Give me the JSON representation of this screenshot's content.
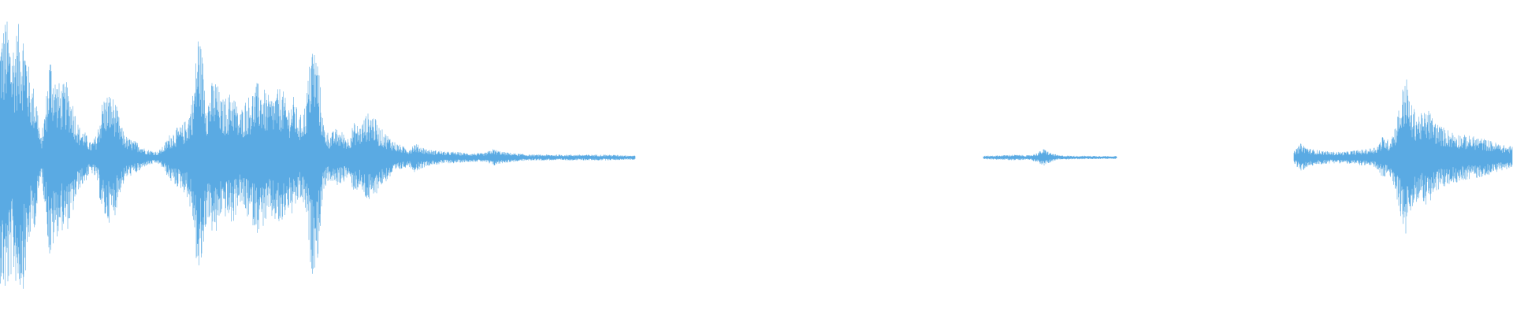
{
  "waveform": {
    "color": "#5aaae3",
    "background": "#ffffff",
    "segments": [
      {
        "name": "segment-1",
        "envelope": [
          [
            0.0,
            0.86
          ],
          [
            0.004,
            0.98
          ],
          [
            0.008,
            0.8
          ],
          [
            0.012,
            0.92
          ],
          [
            0.016,
            0.9
          ],
          [
            0.02,
            0.55
          ],
          [
            0.024,
            0.45
          ],
          [
            0.027,
            0.12
          ],
          [
            0.03,
            0.35
          ],
          [
            0.033,
            0.75
          ],
          [
            0.036,
            0.58
          ],
          [
            0.04,
            0.5
          ],
          [
            0.044,
            0.52
          ],
          [
            0.048,
            0.4
          ],
          [
            0.052,
            0.22
          ],
          [
            0.056,
            0.18
          ],
          [
            0.06,
            0.1
          ],
          [
            0.064,
            0.16
          ],
          [
            0.068,
            0.42
          ],
          [
            0.072,
            0.45
          ],
          [
            0.076,
            0.4
          ],
          [
            0.08,
            0.22
          ],
          [
            0.084,
            0.14
          ],
          [
            0.088,
            0.12
          ],
          [
            0.092,
            0.1
          ],
          [
            0.096,
            0.06
          ],
          [
            0.1,
            0.05
          ],
          [
            0.104,
            0.04
          ],
          [
            0.108,
            0.08
          ],
          [
            0.112,
            0.16
          ],
          [
            0.116,
            0.2
          ],
          [
            0.12,
            0.22
          ],
          [
            0.124,
            0.28
          ],
          [
            0.128,
            0.48
          ],
          [
            0.131,
            0.9
          ],
          [
            0.134,
            0.7
          ],
          [
            0.137,
            0.4
          ],
          [
            0.14,
            0.52
          ],
          [
            0.143,
            0.55
          ],
          [
            0.146,
            0.4
          ],
          [
            0.15,
            0.42
          ],
          [
            0.154,
            0.48
          ],
          [
            0.158,
            0.3
          ],
          [
            0.162,
            0.4
          ],
          [
            0.166,
            0.45
          ],
          [
            0.17,
            0.52
          ],
          [
            0.174,
            0.48
          ],
          [
            0.178,
            0.42
          ],
          [
            0.182,
            0.45
          ],
          [
            0.186,
            0.5
          ],
          [
            0.19,
            0.36
          ],
          [
            0.194,
            0.42
          ],
          [
            0.198,
            0.28
          ],
          [
            0.202,
            0.38
          ],
          [
            0.206,
            0.82
          ],
          [
            0.21,
            0.7
          ],
          [
            0.214,
            0.22
          ],
          [
            0.218,
            0.16
          ],
          [
            0.222,
            0.2
          ],
          [
            0.226,
            0.18
          ],
          [
            0.23,
            0.14
          ],
          [
            0.234,
            0.24
          ],
          [
            0.238,
            0.22
          ],
          [
            0.242,
            0.3
          ],
          [
            0.246,
            0.32
          ],
          [
            0.25,
            0.22
          ],
          [
            0.254,
            0.18
          ],
          [
            0.258,
            0.14
          ],
          [
            0.262,
            0.1
          ],
          [
            0.266,
            0.08
          ],
          [
            0.27,
            0.06
          ],
          [
            0.274,
            0.1
          ],
          [
            0.278,
            0.08
          ],
          [
            0.282,
            0.06
          ],
          [
            0.286,
            0.05
          ],
          [
            0.29,
            0.05
          ],
          [
            0.294,
            0.04
          ],
          [
            0.3,
            0.04
          ],
          [
            0.31,
            0.03
          ],
          [
            0.32,
            0.03
          ],
          [
            0.326,
            0.06
          ],
          [
            0.332,
            0.04
          ],
          [
            0.34,
            0.03
          ],
          [
            0.35,
            0.02
          ],
          [
            0.36,
            0.02
          ],
          [
            0.38,
            0.02
          ],
          [
            0.4,
            0.02
          ],
          [
            0.42,
            0.015
          ]
        ]
      },
      {
        "name": "segment-2",
        "envelope": [
          [
            0.65,
            0.012
          ],
          [
            0.66,
            0.015
          ],
          [
            0.67,
            0.02
          ],
          [
            0.68,
            0.015
          ],
          [
            0.685,
            0.03
          ],
          [
            0.69,
            0.06
          ],
          [
            0.695,
            0.03
          ],
          [
            0.7,
            0.015
          ],
          [
            0.71,
            0.012
          ],
          [
            0.72,
            0.012
          ],
          [
            0.738,
            0.01
          ]
        ]
      },
      {
        "name": "segment-3",
        "envelope": [
          [
            0.855,
            0.04
          ],
          [
            0.86,
            0.1
          ],
          [
            0.866,
            0.06
          ],
          [
            0.872,
            0.05
          ],
          [
            0.88,
            0.04
          ],
          [
            0.888,
            0.04
          ],
          [
            0.896,
            0.05
          ],
          [
            0.904,
            0.06
          ],
          [
            0.91,
            0.08
          ],
          [
            0.914,
            0.15
          ],
          [
            0.918,
            0.12
          ],
          [
            0.922,
            0.22
          ],
          [
            0.926,
            0.42
          ],
          [
            0.929,
            0.6
          ],
          [
            0.932,
            0.38
          ],
          [
            0.936,
            0.32
          ],
          [
            0.94,
            0.3
          ],
          [
            0.944,
            0.34
          ],
          [
            0.948,
            0.26
          ],
          [
            0.952,
            0.22
          ],
          [
            0.956,
            0.2
          ],
          [
            0.96,
            0.18
          ],
          [
            0.966,
            0.16
          ],
          [
            0.972,
            0.15
          ],
          [
            0.978,
            0.14
          ],
          [
            0.984,
            0.12
          ],
          [
            0.99,
            0.1
          ],
          [
            0.996,
            0.08
          ],
          [
            1.0,
            0.08
          ]
        ]
      }
    ]
  }
}
